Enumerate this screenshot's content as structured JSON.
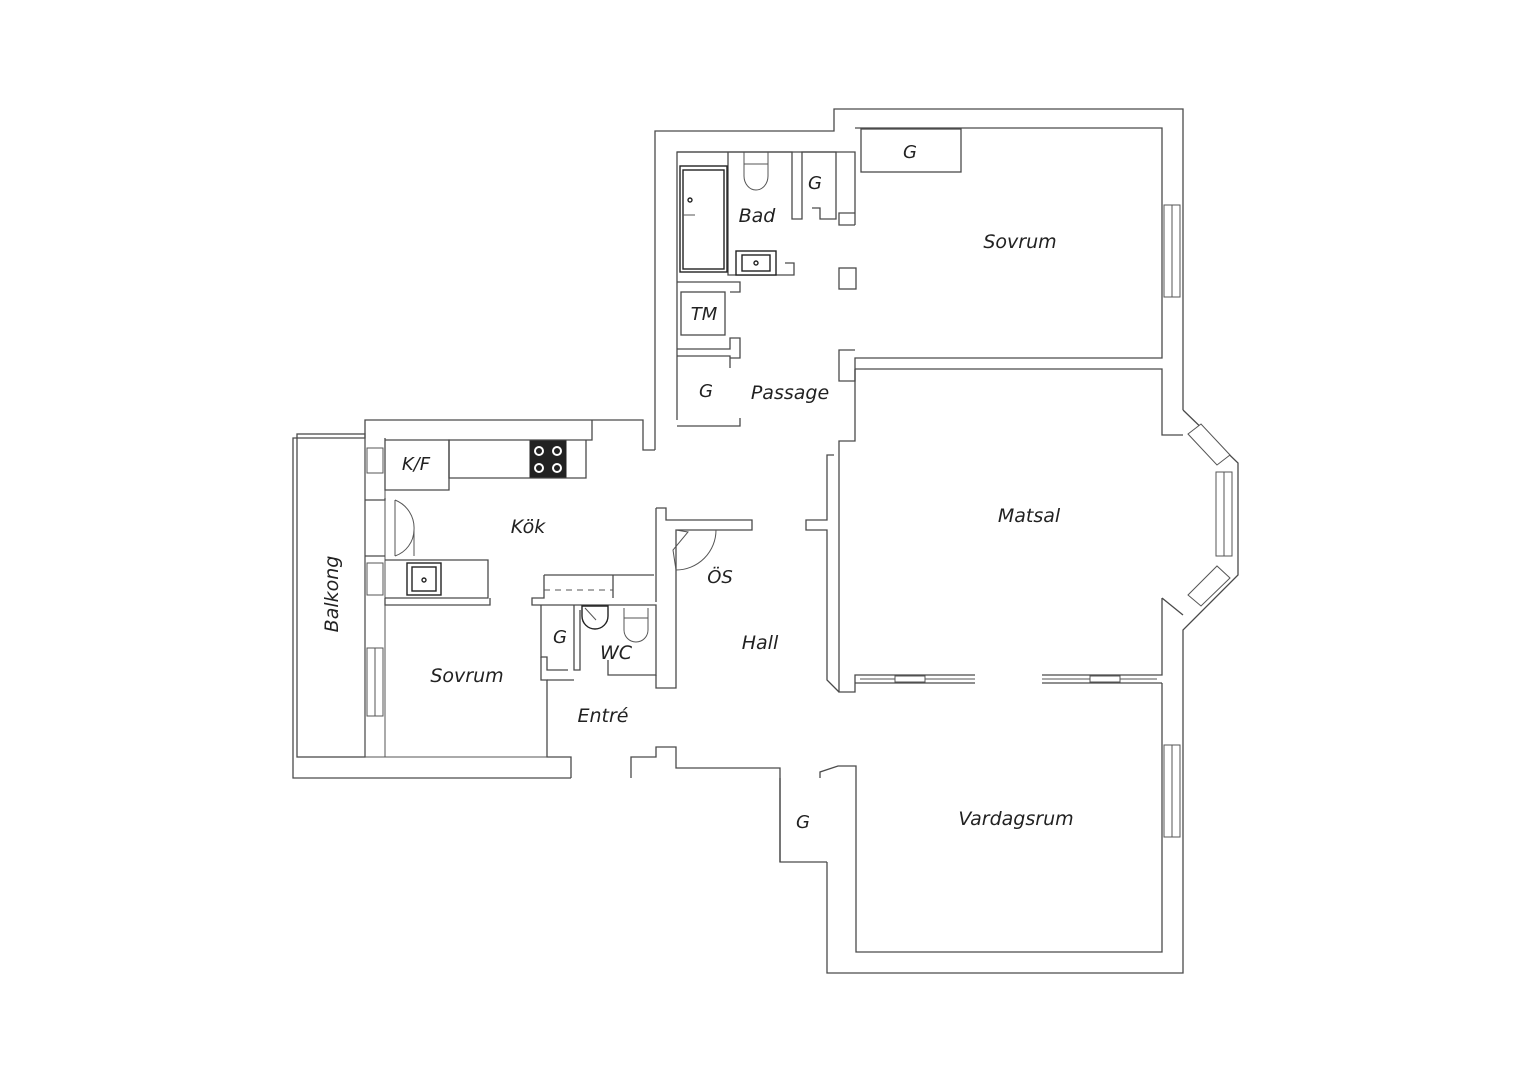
{
  "floorplan": {
    "rooms": {
      "sovrum_1": "Sovrum",
      "sovrum_2": "Sovrum",
      "matsal": "Matsal",
      "vardagsrum": "Vardagsrum",
      "kok": "Kök",
      "hall": "Hall",
      "entre": "Entré",
      "passage": "Passage",
      "bad": "Bad",
      "wc": "WC",
      "balkong": "Balkong"
    },
    "fixtures": {
      "kf": "K/F",
      "tm": "TM",
      "os": "ÖS",
      "g_bad": "G",
      "g_sovrum": "G",
      "g_passage": "G",
      "g_entre": "G",
      "g_hall": "G"
    }
  }
}
